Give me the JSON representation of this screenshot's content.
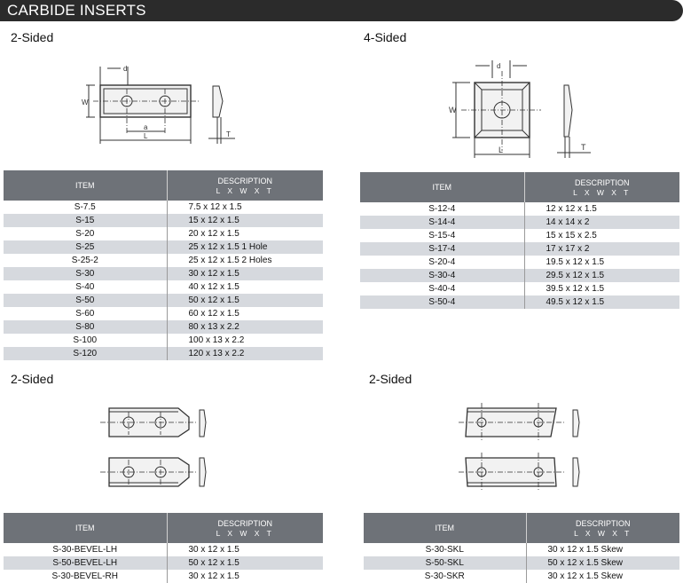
{
  "header": {
    "title": "CARBIDE INSERTS"
  },
  "sections": [
    {
      "title": "2-Sided",
      "diagram": {
        "d": "d",
        "w": "W",
        "a": "a",
        "l": "L",
        "t": "T"
      },
      "columns": {
        "item": "ITEM",
        "description": "DESCRIPTION",
        "dims": "L X W X T"
      },
      "rows": [
        {
          "item": "S-7.5",
          "desc": "7.5 x 12 x 1.5"
        },
        {
          "item": "S-15",
          "desc": "15 x 12 x 1.5"
        },
        {
          "item": "S-20",
          "desc": "20 x 12 x 1.5"
        },
        {
          "item": "S-25",
          "desc": "25 x 12 x 1.5  1 Hole"
        },
        {
          "item": "S-25-2",
          "desc": "25 x 12 x 1.5  2 Holes"
        },
        {
          "item": "S-30",
          "desc": "30 x 12 x 1.5"
        },
        {
          "item": "S-40",
          "desc": "40 x 12 x 1.5"
        },
        {
          "item": "S-50",
          "desc": "50 x 12 x 1.5"
        },
        {
          "item": "S-60",
          "desc": "60 x 12 x 1.5"
        },
        {
          "item": "S-80",
          "desc": "80 x 13 x 2.2"
        },
        {
          "item": "S-100",
          "desc": "100 x 13 x 2.2"
        },
        {
          "item": "S-120",
          "desc": "120 x 13 x 2.2"
        }
      ]
    },
    {
      "title": "4-Sided",
      "diagram": {
        "d": "d",
        "w": "W",
        "l": "L",
        "t": "T"
      },
      "columns": {
        "item": "ITEM",
        "description": "DESCRIPTION",
        "dims": "L X W X T"
      },
      "rows": [
        {
          "item": "S-12-4",
          "desc": "12 x 12 x 1.5"
        },
        {
          "item": "S-14-4",
          "desc": "14 x 14 x 2"
        },
        {
          "item": "S-15-4",
          "desc": "15 x 15 x 2.5"
        },
        {
          "item": "S-17-4",
          "desc": "17 x 17 x 2"
        },
        {
          "item": "S-20-4",
          "desc": "19.5 x 12 x 1.5"
        },
        {
          "item": "S-30-4",
          "desc": "29.5 x 12 x 1.5"
        },
        {
          "item": "S-40-4",
          "desc": "39.5 x 12 x 1.5"
        },
        {
          "item": "S-50-4",
          "desc": "49.5 x 12 x 1.5"
        }
      ]
    },
    {
      "title": "2-Sided",
      "columns": {
        "item": "ITEM",
        "description": "DESCRIPTION",
        "dims": "L X W X T"
      },
      "rows": [
        {
          "item": "S-30-BEVEL-LH",
          "desc": "30 x 12 x 1.5"
        },
        {
          "item": "S-50-BEVEL-LH",
          "desc": "50 x 12 x 1.5"
        },
        {
          "item": "S-30-BEVEL-RH",
          "desc": "30 x 12 x 1.5"
        }
      ]
    },
    {
      "title": "2-Sided",
      "columns": {
        "item": "ITEM",
        "description": "DESCRIPTION",
        "dims": "L X W X T"
      },
      "rows": [
        {
          "item": "S-30-SKL",
          "desc": "30 x 12 x 1.5 Skew"
        },
        {
          "item": "S-50-SKL",
          "desc": "50 x 12 x 1.5 Skew"
        },
        {
          "item": "S-30-SKR",
          "desc": "30 x 12 x 1.5 Skew"
        }
      ]
    }
  ]
}
